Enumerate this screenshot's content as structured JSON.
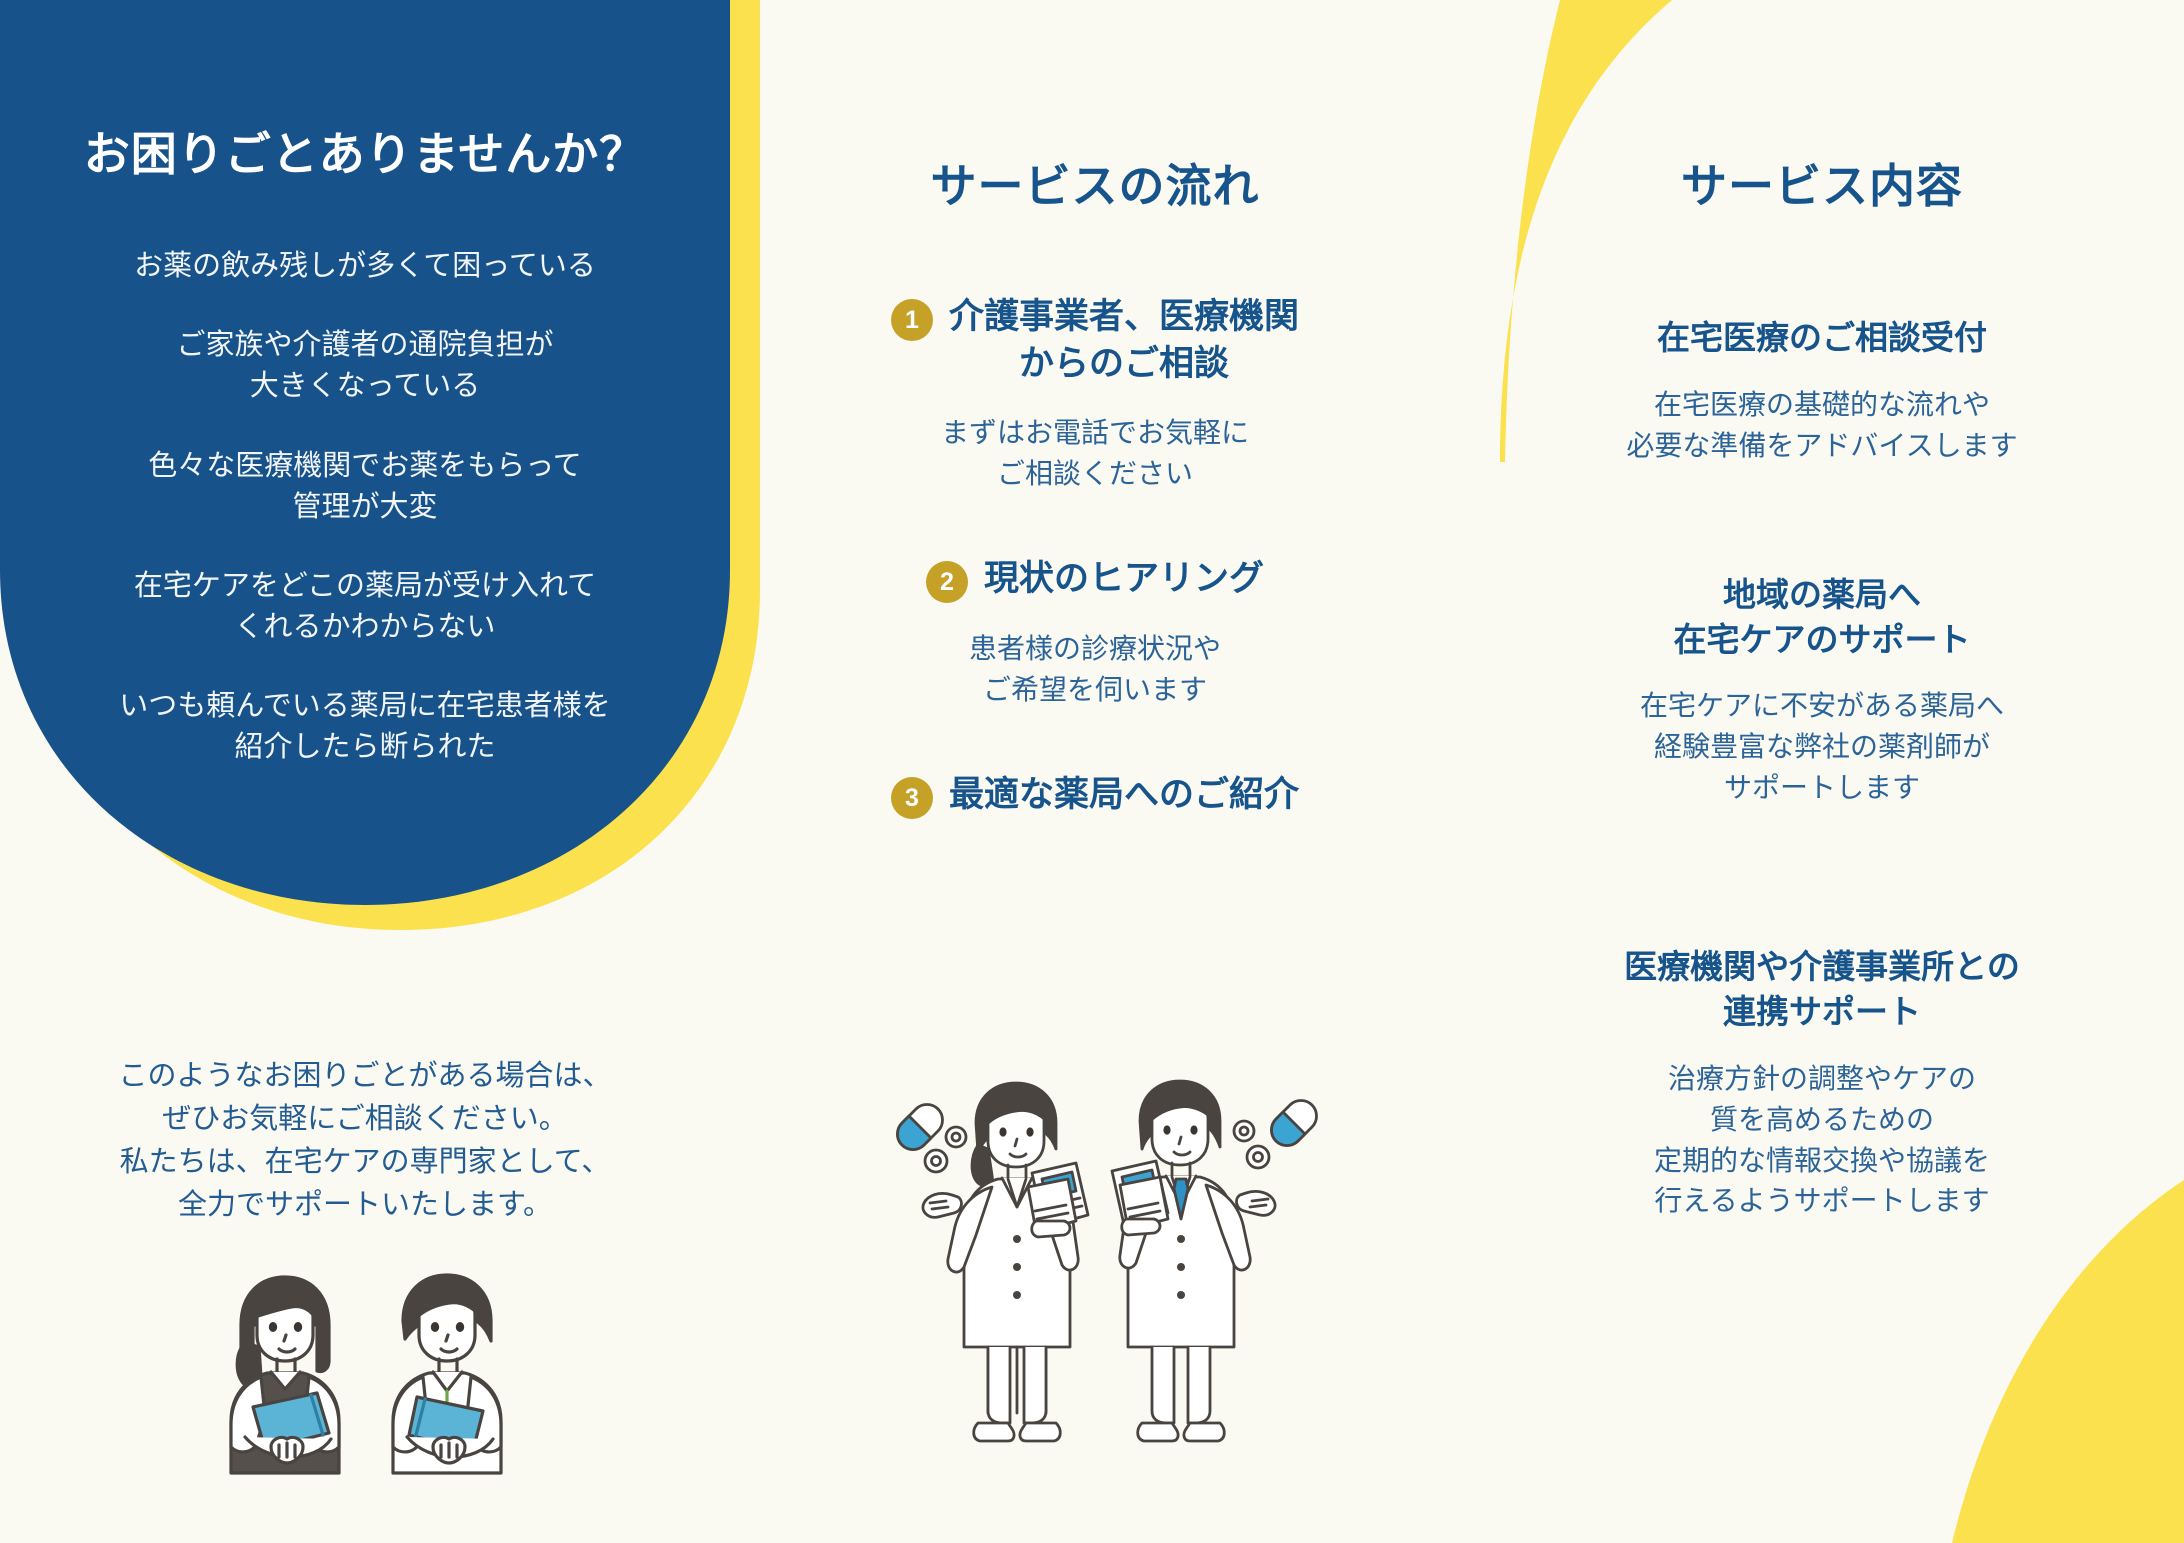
{
  "colors": {
    "brand_blue": "#17548C",
    "panel_blue": "#17528A",
    "accent_yellow": "#FBE14D",
    "badge_gold": "#C5A128",
    "background_cream": "#FAFAF2",
    "body_blue": "#2C6499",
    "illustration_blue": "#5BB4D6"
  },
  "left_panel": {
    "title": "お困りごとありませんか？",
    "pain_points": [
      "お薬の飲み残しが多くて困っている",
      "ご家族や介護者の通院負担が\n大きくなっている",
      "色々な医療機関でお薬をもらって\n管理が大変",
      "在宅ケアをどこの薬局が受け入れて\nくれるかわからない",
      "いつも頼んでいる薬局に在宅患者様を\n紹介したら断られた"
    ],
    "footer_text": "このようなお困りごとがある場合は、\nぜひお気軽にご相談ください。\n私たちは、在宅ケアの専門家として、\n全力でサポートいたします。",
    "illustration": "two-staff-with-clipboards-illustration"
  },
  "middle_column": {
    "title": "サービスの流れ",
    "steps": [
      {
        "number": "1",
        "title": "介護事業者、医療機関\nからのご相談",
        "description": "まずはお電話でお気軽に\nご相談ください"
      },
      {
        "number": "2",
        "title": "現状のヒアリング",
        "description": "患者様の診療状況や\nご希望を伺います"
      },
      {
        "number": "3",
        "title": "最適な薬局へのご紹介",
        "description": ""
      }
    ],
    "illustration": "two-pharmacists-with-medicine-illustration"
  },
  "right_column": {
    "title": "サービス内容",
    "services": [
      {
        "title": "在宅医療のご相談受付",
        "description": "在宅医療の基礎的な流れや\n必要な準備をアドバイスします"
      },
      {
        "title": "地域の薬局へ\n在宅ケアのサポート",
        "description": "在宅ケアに不安がある薬局へ\n経験豊富な弊社の薬剤師が\nサポートします"
      },
      {
        "title": "医療機関や介護事業所との\n連携サポート",
        "description": "治療方針の調整やケアの\n質を高めるための\n定期的な情報交換や協議を\n行えるようサポートします"
      }
    ]
  }
}
